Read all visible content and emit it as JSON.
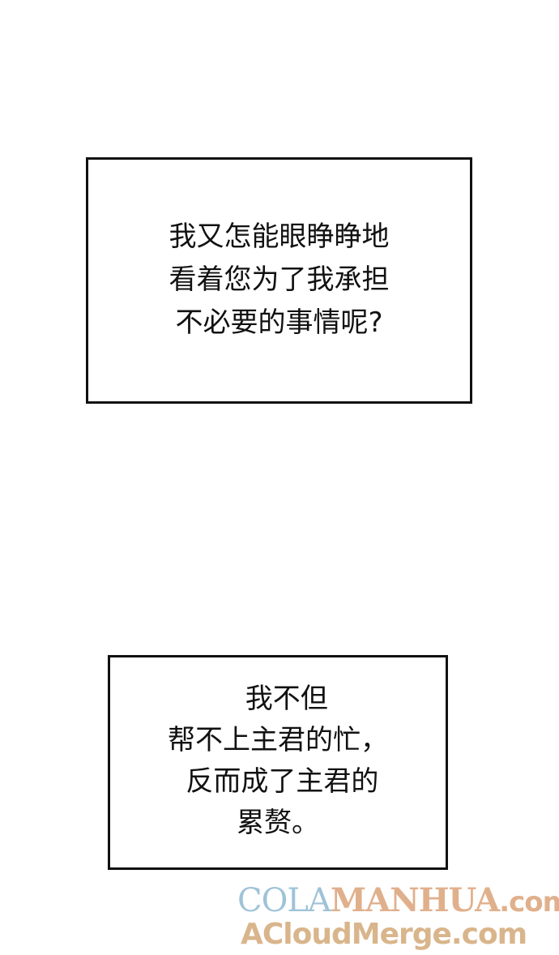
{
  "panel_top": {
    "lines": [
      "我又怎能眼睁睁地",
      "看着您为了我承担",
      "不必要的事情呢?"
    ]
  },
  "panel_bottom": {
    "lines": [
      "  我不但",
      "帮不上主君的忙，",
      " 反而成了主君的",
      "累赘。"
    ]
  },
  "watermark": {
    "cola": "COLA",
    "manhua": "MANHUA",
    "com": ".com",
    "line2": "ACloudMerge.com"
  }
}
